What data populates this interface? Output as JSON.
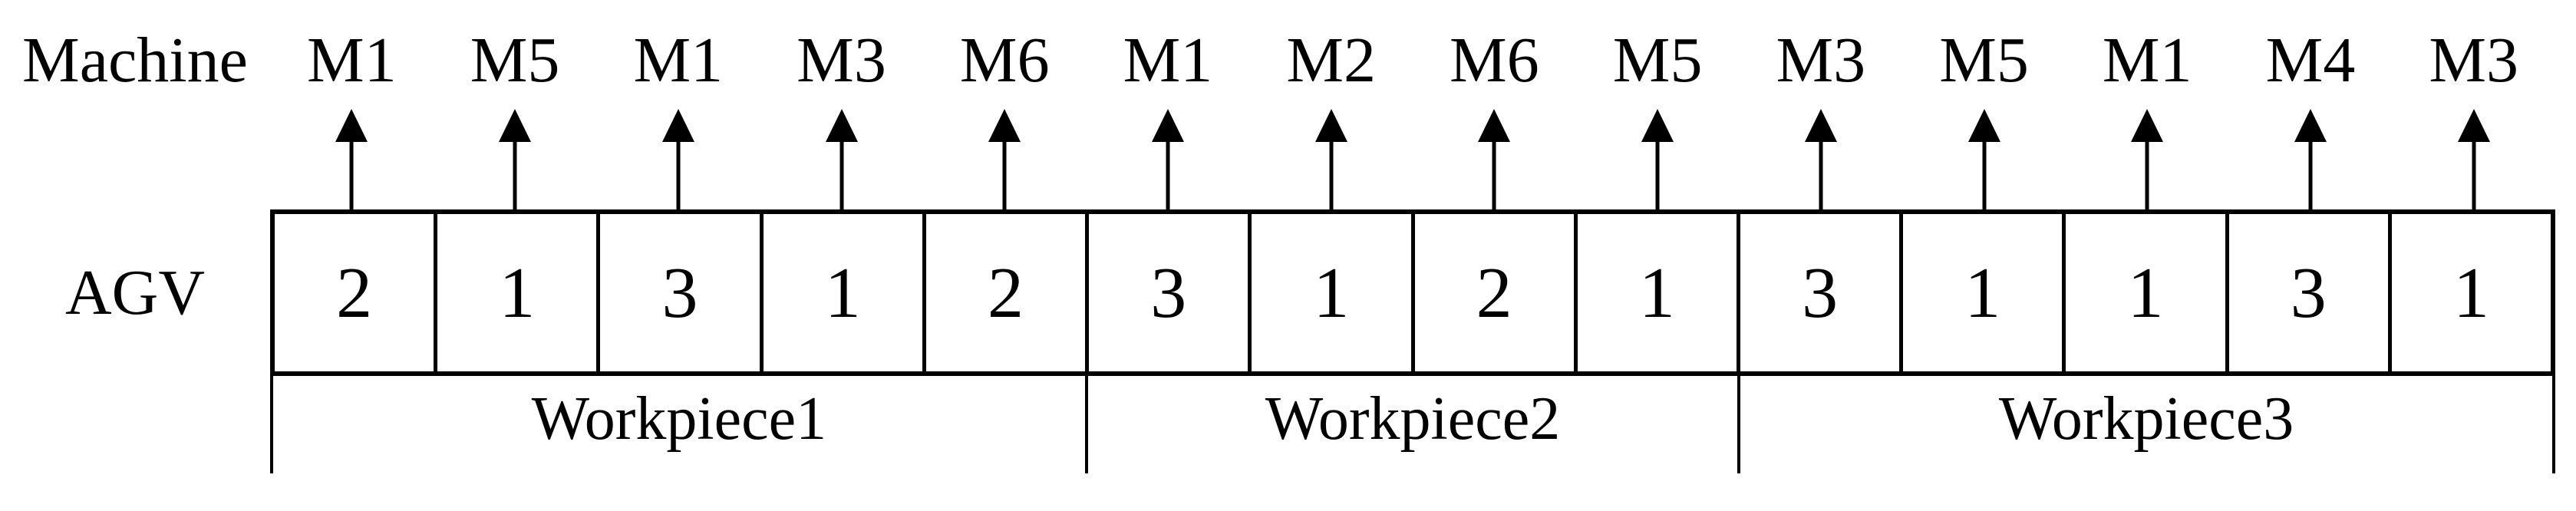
{
  "figure": {
    "machine_row_label": "Machine",
    "agv_row_label": "AGV",
    "machines": [
      "M1",
      "M5",
      "M1",
      "M3",
      "M6",
      "M1",
      "M2",
      "M6",
      "M5",
      "M3",
      "M5",
      "M1",
      "M4",
      "M3"
    ],
    "agv_assignments": [
      "2",
      "1",
      "3",
      "1",
      "2",
      "3",
      "1",
      "2",
      "1",
      "3",
      "1",
      "1",
      "3",
      "1"
    ],
    "workpieces": [
      {
        "label": "Workpiece1",
        "operation_count": 5
      },
      {
        "label": "Workpiece2",
        "operation_count": 4
      },
      {
        "label": "Workpiece3",
        "operation_count": 5
      }
    ],
    "colors": {
      "line": "#000000",
      "text": "#000000",
      "background": "#ffffff"
    }
  }
}
